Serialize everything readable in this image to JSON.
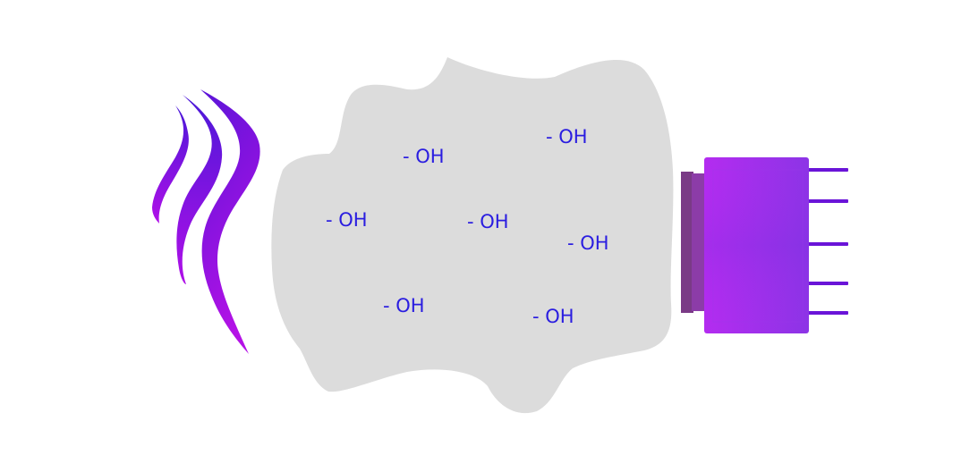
{
  "diagram": {
    "labels": [
      "- OH",
      "- OH",
      "- OH",
      "- OH",
      "- OH",
      "- OH",
      "- OH"
    ],
    "colors": {
      "blob": "#dcdcdc",
      "label": "#2a1de0",
      "wave_top": "#4a18d8",
      "wave_bottom": "#b010e8",
      "sensor_body_light": "#b42cf0",
      "sensor_body_dark": "#7a2ee0",
      "sensor_plate": "#7a3a86",
      "sensor_pins": "#6a14d8"
    },
    "icons": [
      "heat-waves-icon",
      "sensor-chip-icon"
    ]
  }
}
